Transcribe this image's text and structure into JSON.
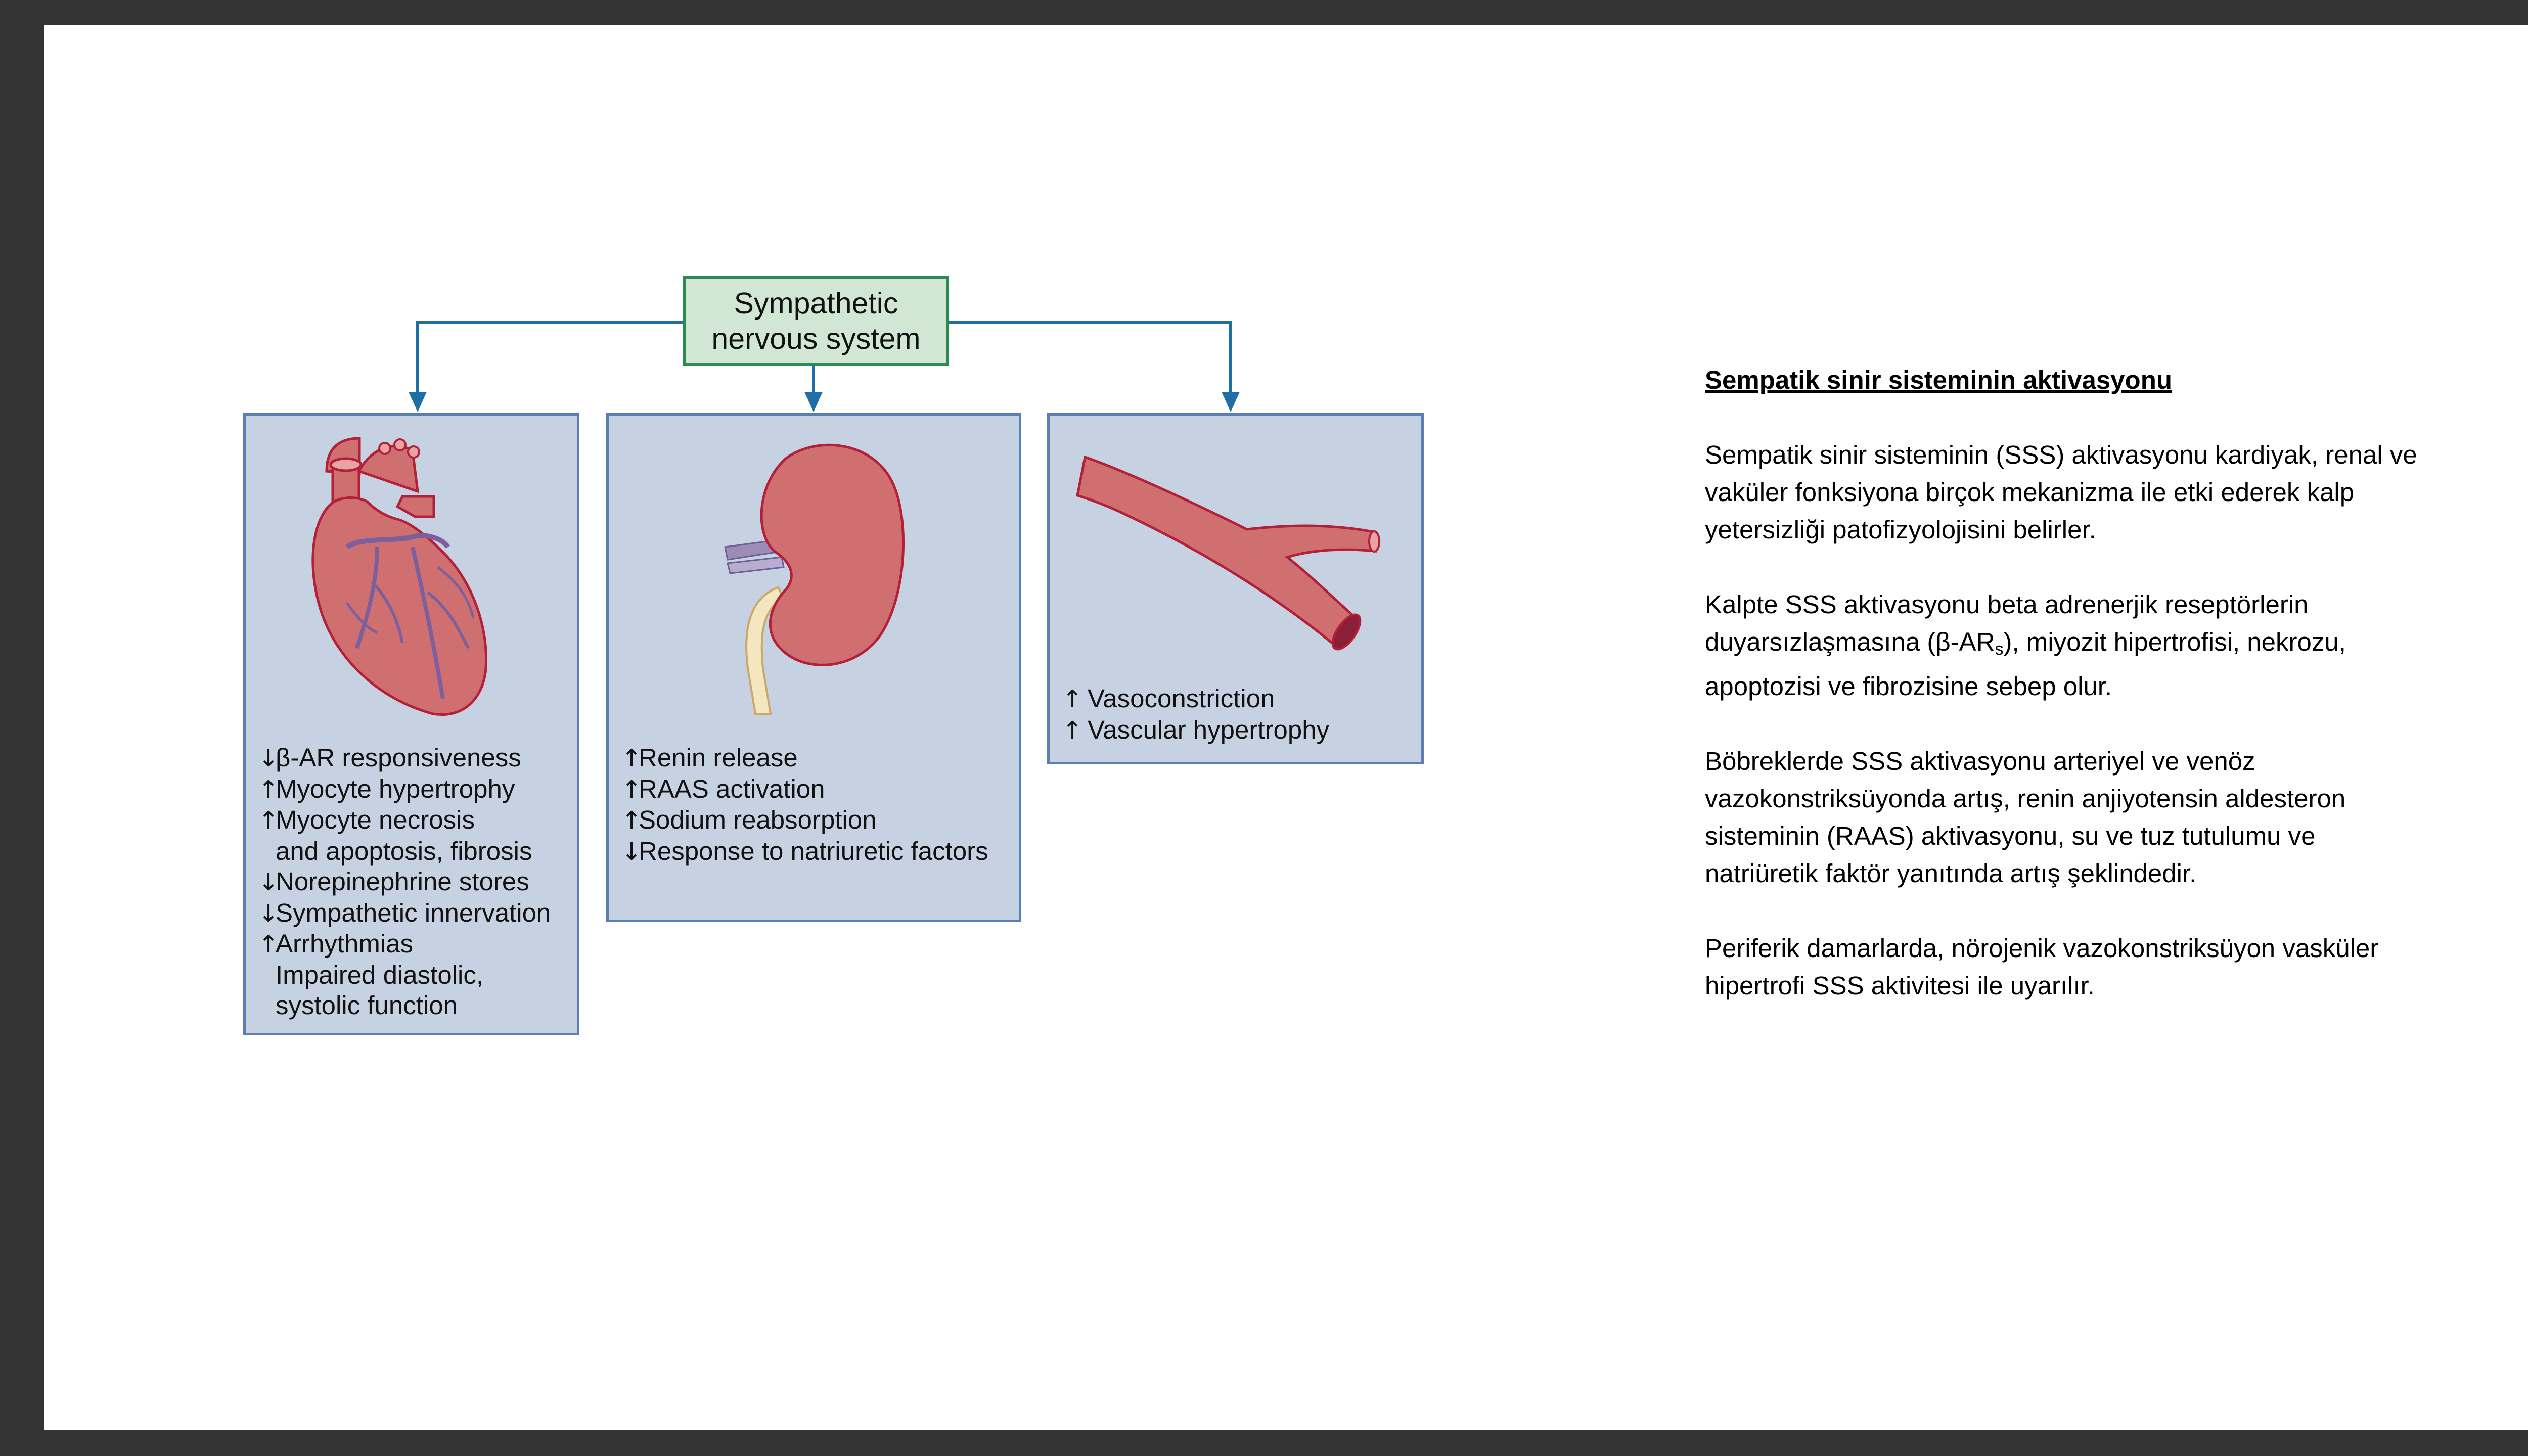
{
  "diagram": {
    "top_box": {
      "line1": "Sympathetic",
      "line2": "nervous system"
    },
    "panels": [
      {
        "id": "heart",
        "illustration": "heart",
        "effects": [
          {
            "arrow": "↓",
            "text": "β-AR responsiveness"
          },
          {
            "arrow": "↑",
            "text": "Myocyte hypertrophy"
          },
          {
            "arrow": "↑",
            "text": "Myocyte necrosis"
          },
          {
            "arrow": "",
            "text": "and apoptosis, fibrosis"
          },
          {
            "arrow": "↓",
            "text": "Norepinephrine stores"
          },
          {
            "arrow": "↓",
            "text": "Sympathetic innervation"
          },
          {
            "arrow": "↑",
            "text": "Arrhythmias"
          },
          {
            "arrow": "",
            "text": "Impaired diastolic,"
          },
          {
            "arrow": "",
            "text": "systolic function"
          }
        ]
      },
      {
        "id": "kidney",
        "illustration": "kidney",
        "effects": [
          {
            "arrow": "↑",
            "text": "Renin release"
          },
          {
            "arrow": "↑",
            "text": "RAAS activation"
          },
          {
            "arrow": "↑",
            "text": "Sodium reabsorption"
          },
          {
            "arrow": "↓",
            "text": "Response to natriuretic factors"
          }
        ]
      },
      {
        "id": "vessel",
        "illustration": "blood-vessel",
        "effects": [
          {
            "arrow": "↑",
            "text": "Vasoconstriction"
          },
          {
            "arrow": "↑",
            "text": "Vascular hypertrophy"
          }
        ]
      }
    ],
    "colors": {
      "connector": "#1f6fa6",
      "panel_fill": "#c6d2e2",
      "panel_border": "#5b7fb3",
      "top_box_fill": "#d2e7d3",
      "top_box_border": "#2d8a52",
      "organ": "#d06f70",
      "organ_outline": "#b2203a"
    }
  },
  "notes": {
    "heading": "Sempatik sinir sisteminin aktivasyonu",
    "p1": "Sempatik sinir sisteminin (SSS) aktivasyonu kardiyak, renal ve vaküler fonksiyona birçok mekanizma ile etki ederek kalp yetersizliği patofizyolojisini belirler.",
    "p2_before": "Kalpte SSS aktivasyonu beta adrenerjik reseptörlerin duyarsızlaşmasına (β-AR",
    "p2_sub": "s",
    "p2_after": "), miyozit hipertrofisi, nekrozu, apoptozisi ve fibrozisine sebep olur.",
    "p3": "Böbreklerde SSS aktivasyonu arteriyel ve venöz vazokonstriksüyonda artış, renin anjiyotensin aldesteron sisteminin (RAAS) aktivasyonu, su ve tuz tutulumu ve natriüretik faktör yanıtında artış şeklindedir.",
    "p4": "Periferik damarlarda, nörojenik vazokonstriksüyon vasküler hipertrofi SSS aktivitesi ile uyarılır."
  }
}
